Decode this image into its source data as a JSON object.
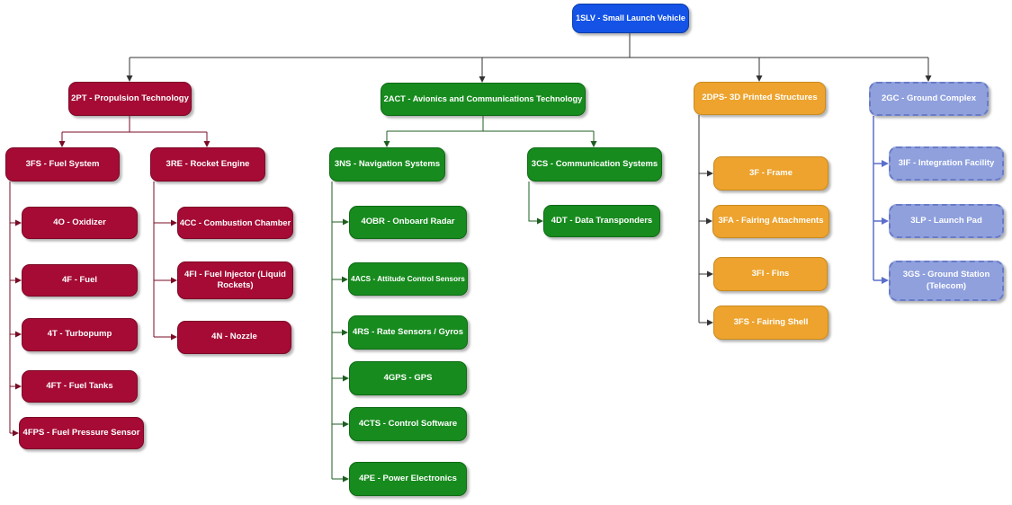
{
  "colors": {
    "canvas_bg": "#ffffff",
    "root_fill": "#1453E6",
    "root_border": "#0d3da8",
    "propulsion_fill": "#A50B35",
    "propulsion_border": "#7d0826",
    "propulsion_line": "#7a0b26",
    "avionics_fill": "#178B1E",
    "avionics_border": "#0e6b14",
    "avionics_line": "#1d5e20",
    "structures_fill": "#EDA32D",
    "structures_border": "#c98a1f",
    "ground_fill": "#8FA0DD",
    "ground_border": "#6A7BC8",
    "ground_line": "#5B6ECC",
    "trunk_line": "#333333",
    "node_text": "#ffffff"
  },
  "tree": {
    "root": {
      "label": "1SLV - Small Launch Vehicle"
    },
    "branches": {
      "propulsion": {
        "label": "2PT - Propulsion Technology",
        "fuel_system": {
          "label": "3FS - Fuel System",
          "oxidizer": "4O - Oxidizer",
          "fuel": "4F - Fuel",
          "turbopump": "4T - Turbopump",
          "fuel_tanks": "4FT - Fuel Tanks",
          "fuel_pressure_sensor": "4FPS - Fuel Pressure Sensor"
        },
        "rocket_engine": {
          "label": "3RE - Rocket Engine",
          "combustion_chamber": "4CC - Combustion Chamber",
          "fuel_injector": "4FI - Fuel Injector (Liquid Rockets)",
          "nozzle": "4N - Nozzle"
        }
      },
      "avionics": {
        "label": "2ACT - Avionics and Communications Technology",
        "navigation": {
          "label": "3NS - Navigation Systems",
          "onboard_radar": "4OBR - Onboard Radar",
          "attitude_control_sensors": "4ACS - Attitude Control Sensors",
          "rate_sensors": "4RS - Rate Sensors / Gyros",
          "gps": "4GPS - GPS",
          "control_software": "4CTS - Control Software",
          "power_electronics": "4PE - Power Electronics"
        },
        "communication": {
          "label": "3CS - Communication Systems",
          "data_transponders": "4DT - Data Transponders"
        }
      },
      "printed_structures": {
        "label": "2DPS- 3D Printed Structures",
        "frame": "3F - Frame",
        "fairing_attachments": "3FA - Fairing Attachments",
        "fins": "3FI - Fins",
        "fairing_shell": "3FS - Fairing Shell"
      },
      "ground_complex": {
        "label": "2GC - Ground Complex",
        "integration_facility": "3IF - Integration Facility",
        "launch_pad": "3LP - Launch Pad",
        "ground_station": "3GS - Ground Station (Telecom)"
      }
    }
  }
}
